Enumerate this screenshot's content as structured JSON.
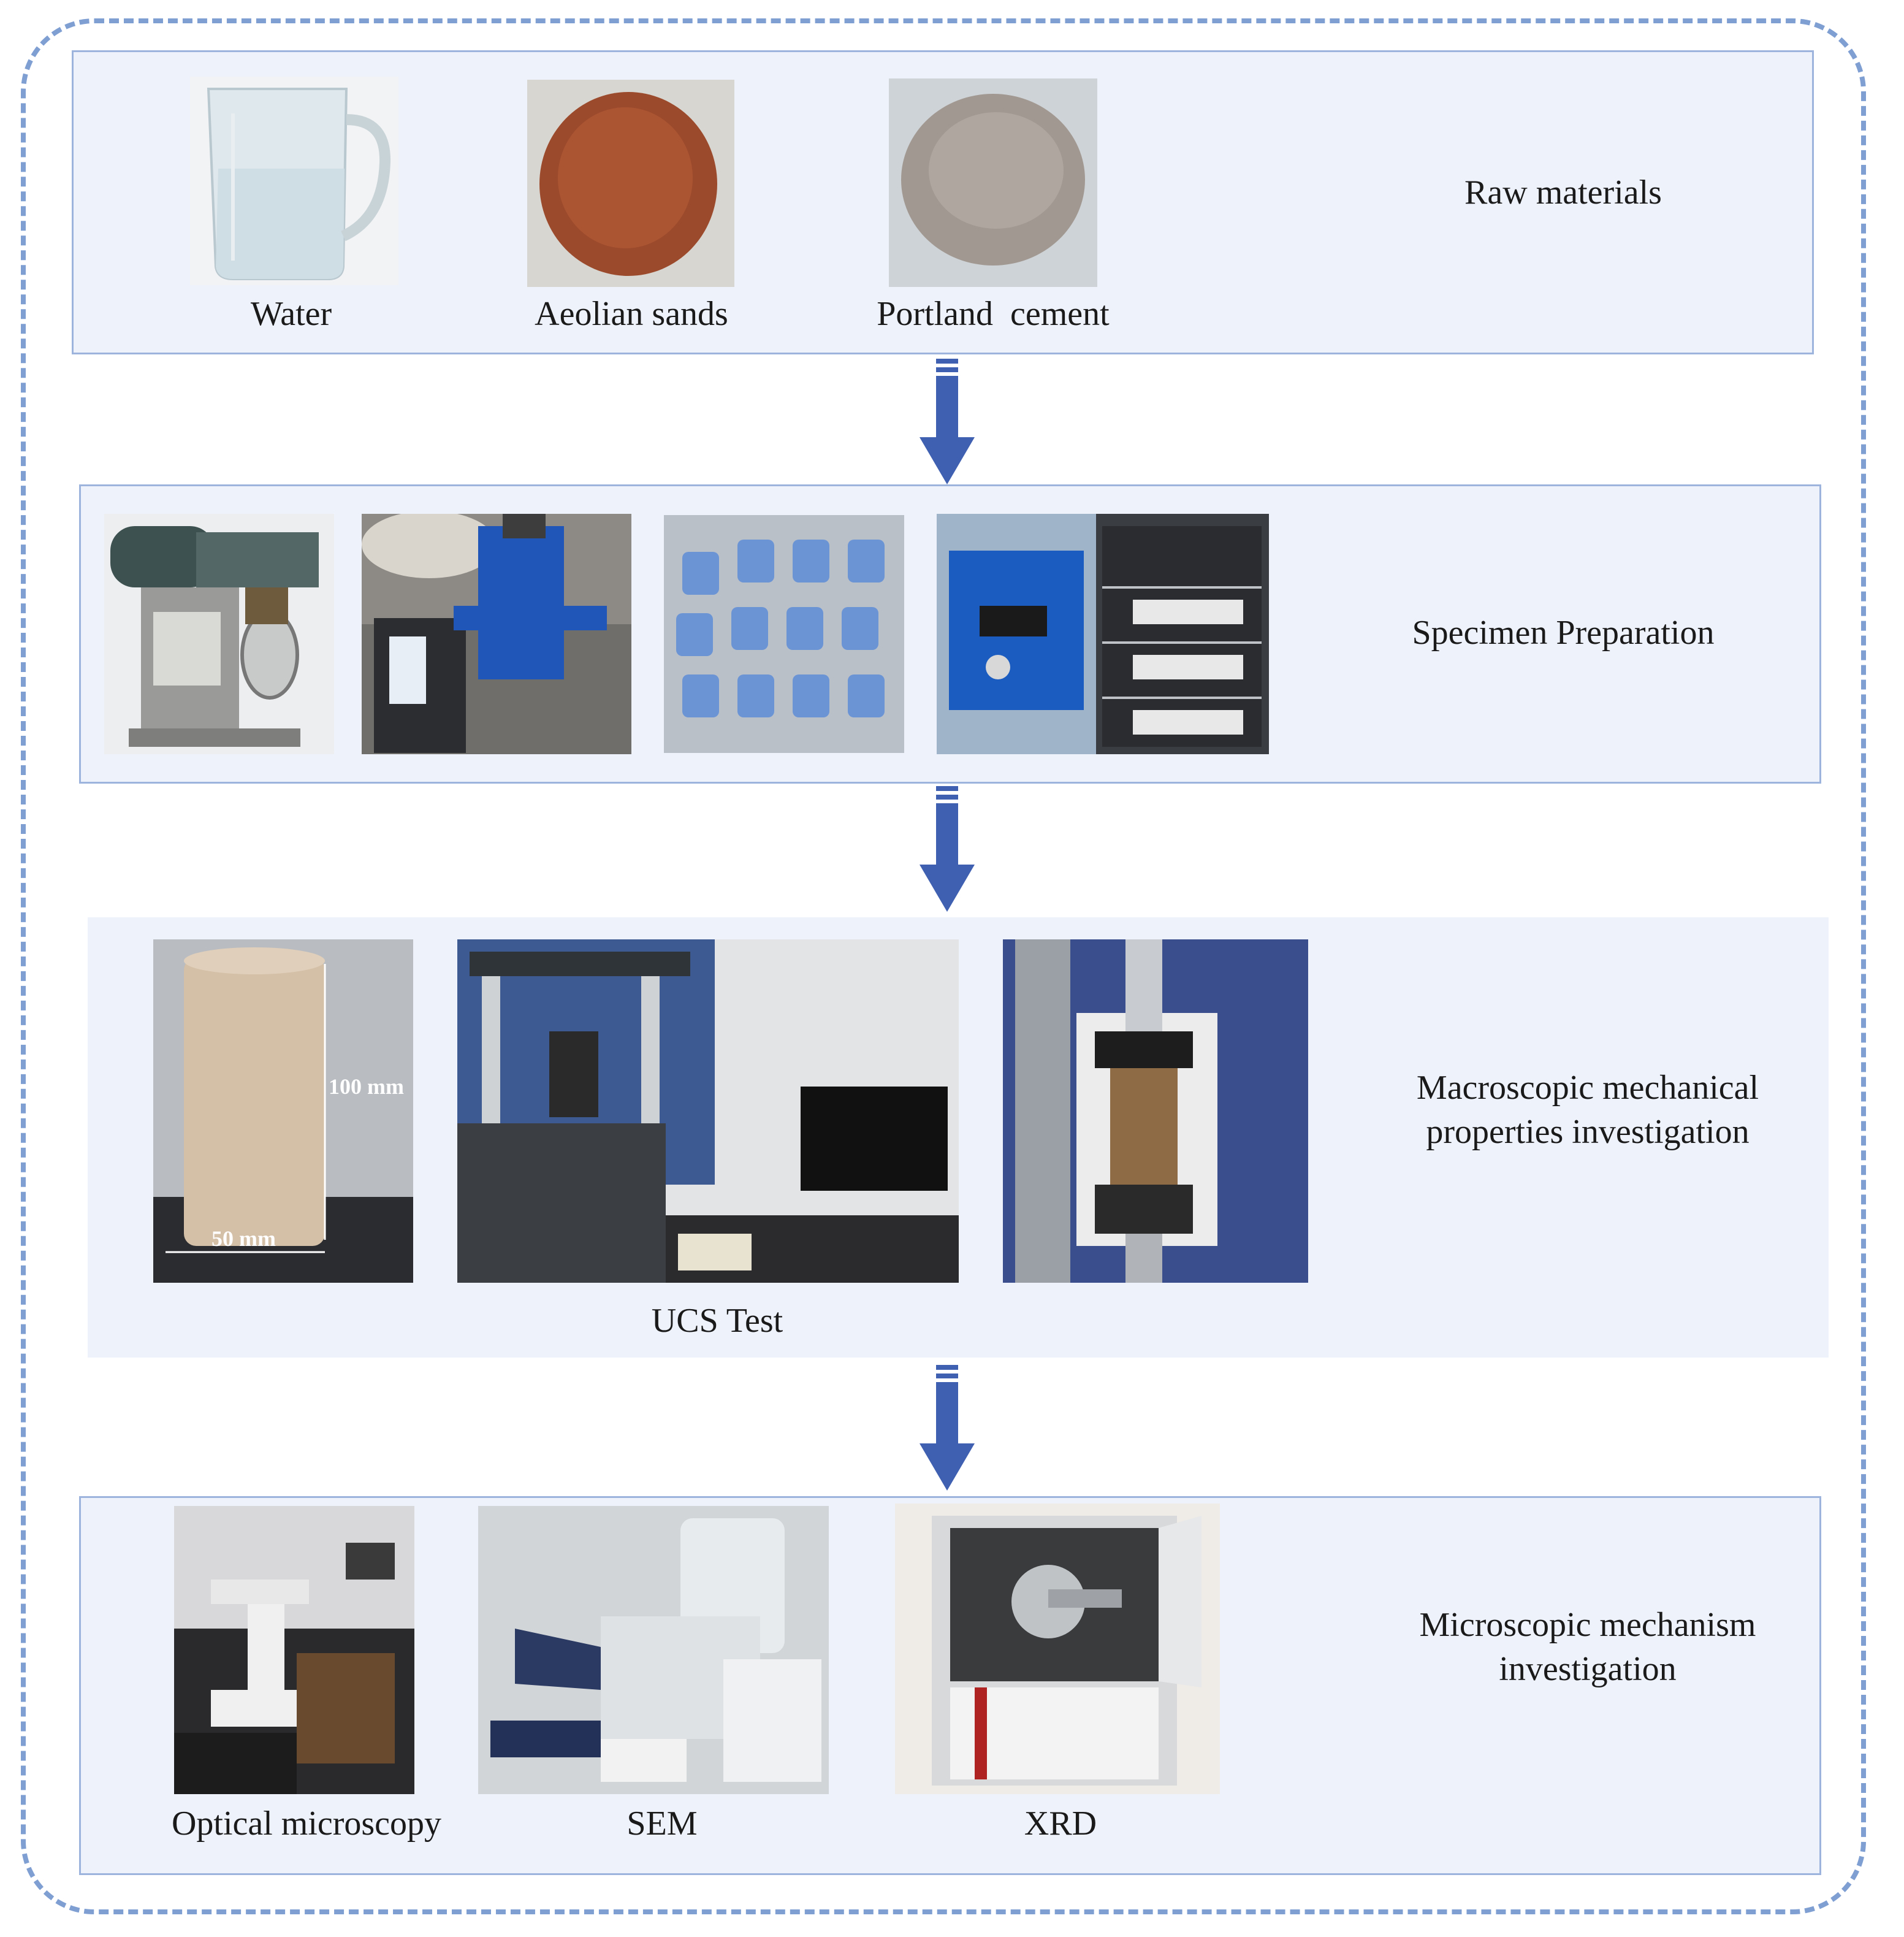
{
  "stages": [
    {
      "title": "Raw materials",
      "captions": [
        "Water",
        "Aeolian sands",
        "Portland  cement"
      ]
    },
    {
      "title": "Specimen Preparation",
      "captions": []
    },
    {
      "title_line1": "Macroscopic mechanical",
      "title_line2": "properties investigation",
      "captions": [
        "UCS Test"
      ],
      "dimension_labels": [
        "100 mm",
        "50 mm"
      ]
    },
    {
      "title_line1": "Microscopic mechanism",
      "title_line2": "investigation",
      "captions": [
        "Optical microscopy",
        "SEM",
        "XRD"
      ]
    }
  ],
  "colors": {
    "panel_fill": "#eef2fb",
    "panel_border": "#9db4dd",
    "dashed_outline": "#7f9fd3",
    "arrow": "#3f5fb0"
  },
  "icons": [
    "down-arrow-icon"
  ]
}
